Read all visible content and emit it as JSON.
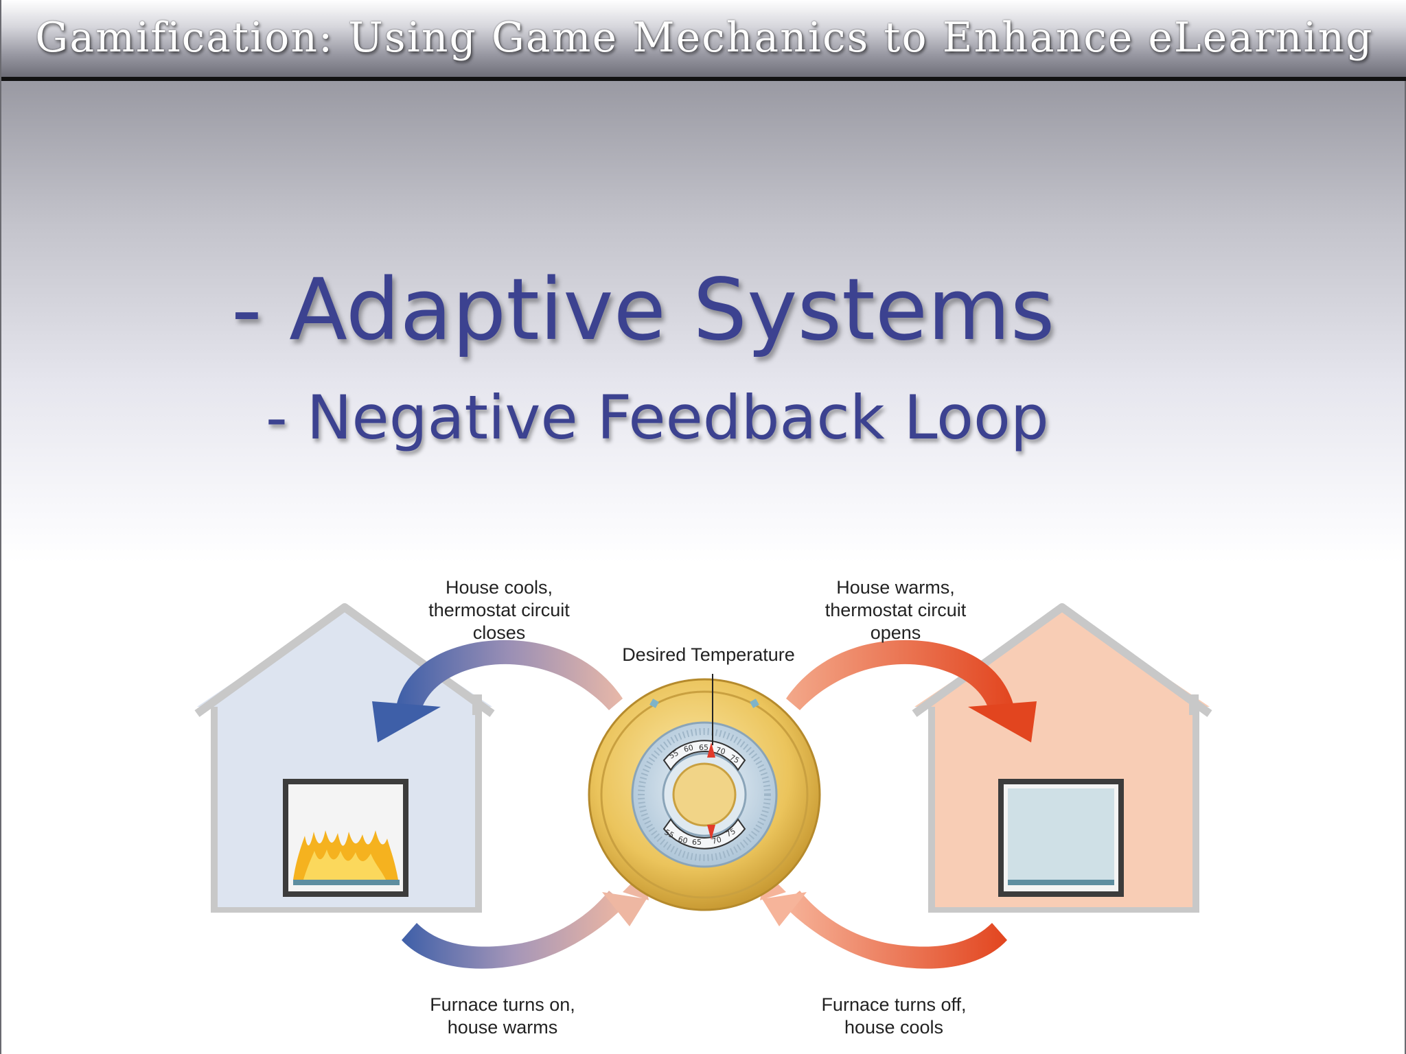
{
  "header": {
    "title": "Gamification: Using Game Mechanics to Enhance eLearning"
  },
  "slide": {
    "heading": "- Adaptive Systems",
    "subheading": "- Negative Feedback Loop"
  },
  "diagram": {
    "center_label": "Desired Temperature",
    "top_left_label": "House cools,\nthermostat circuit\ncloses",
    "top_right_label": "House warms,\nthermostat circuit\nopens",
    "bottom_left_label": "Furnace turns on,\nhouse warms",
    "bottom_right_label": "Furnace turns off,\nhouse cools",
    "thermostat_upper_scale": [
      "55",
      "60",
      "65",
      "70",
      "75"
    ],
    "thermostat_lower_scale": [
      "55",
      "60",
      "65",
      "70",
      "75"
    ],
    "colors": {
      "cool": "#3e5fa8",
      "warm": "#e8502a",
      "cool_house": "#dde4f0",
      "warm_house": "#f8cdb5",
      "thermostat": "#e8c25c"
    }
  }
}
